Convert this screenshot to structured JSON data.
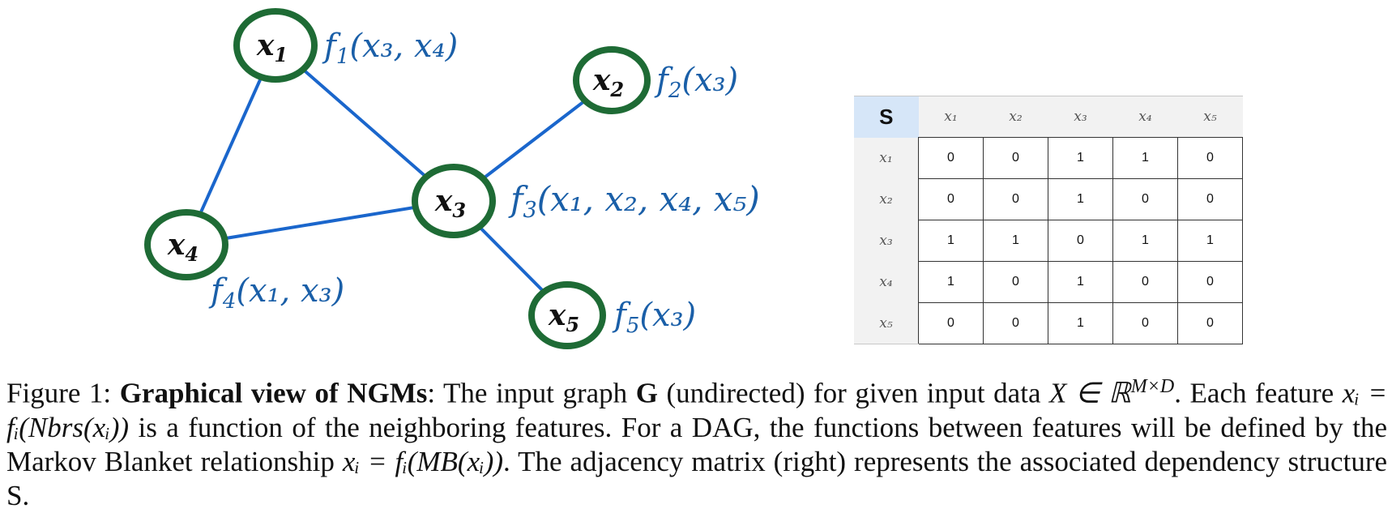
{
  "graph": {
    "nodes": [
      {
        "id": "x1",
        "label": "x",
        "sub": "1",
        "func": "f",
        "func_sub": "1",
        "func_args": "(x3, x4)"
      },
      {
        "id": "x2",
        "label": "x",
        "sub": "2",
        "func": "f",
        "func_sub": "2",
        "func_args": "(x3)"
      },
      {
        "id": "x3",
        "label": "x",
        "sub": "3",
        "func": "f",
        "func_sub": "3",
        "func_args": "(x1, x2, x4, x5)"
      },
      {
        "id": "x4",
        "label": "x",
        "sub": "4",
        "func": "f",
        "func_sub": "4",
        "func_args": "(x1, x3)"
      },
      {
        "id": "x5",
        "label": "x",
        "sub": "5",
        "func": "f",
        "func_sub": "5",
        "func_args": "(x3)"
      }
    ],
    "edges": [
      [
        "x1",
        "x3"
      ],
      [
        "x1",
        "x4"
      ],
      [
        "x2",
        "x3"
      ],
      [
        "x3",
        "x4"
      ],
      [
        "x3",
        "x5"
      ]
    ],
    "colors": {
      "node_border": "#1e6b35",
      "edge": "#1a66cc",
      "func_text": "#1a5fa8"
    }
  },
  "matrix": {
    "corner": "S",
    "col_headers": [
      "x1",
      "x2",
      "x3",
      "x4",
      "x5"
    ],
    "row_headers": [
      "x1",
      "x2",
      "x3",
      "x4",
      "x5"
    ],
    "rows": [
      [
        "0",
        "0",
        "1",
        "1",
        "0"
      ],
      [
        "0",
        "0",
        "1",
        "0",
        "0"
      ],
      [
        "1",
        "1",
        "0",
        "1",
        "1"
      ],
      [
        "1",
        "0",
        "1",
        "0",
        "0"
      ],
      [
        "0",
        "0",
        "1",
        "0",
        "0"
      ]
    ]
  },
  "caption": {
    "prefix": "Figure 1: ",
    "bold_title": "Graphical view of NGMs",
    "part1": ": The input graph ",
    "bold_G": "G",
    "part2": " (undirected) for given input data ",
    "math1": "X ∈ ℝ",
    "math1_sup": "M×D",
    "part3": ". Each feature ",
    "math2": "xᵢ = fᵢ(Nbrs(xᵢ))",
    "part4": " is a function of the neighboring features. For a DAG, the functions between features will be defined by the Markov Blanket relationship ",
    "math3": "xᵢ = fᵢ(MB(xᵢ))",
    "part5": ". The adjacency matrix (right) represents the associated dependency structure S."
  }
}
